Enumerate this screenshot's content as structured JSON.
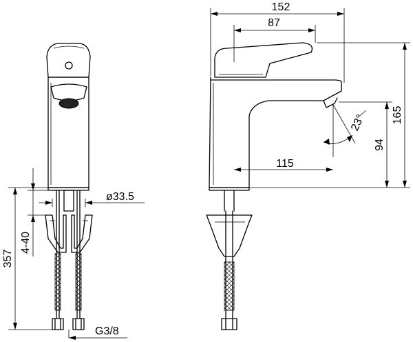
{
  "dimensions": {
    "total_width": "152",
    "spout_reach": "87",
    "total_height": "165",
    "outlet_height": "94",
    "spout_projection": "115",
    "outlet_angle": "23°",
    "hole_diameter": "ø33.5",
    "deck_thickness": "4-40",
    "hose_length": "357",
    "thread": "G3/8"
  }
}
